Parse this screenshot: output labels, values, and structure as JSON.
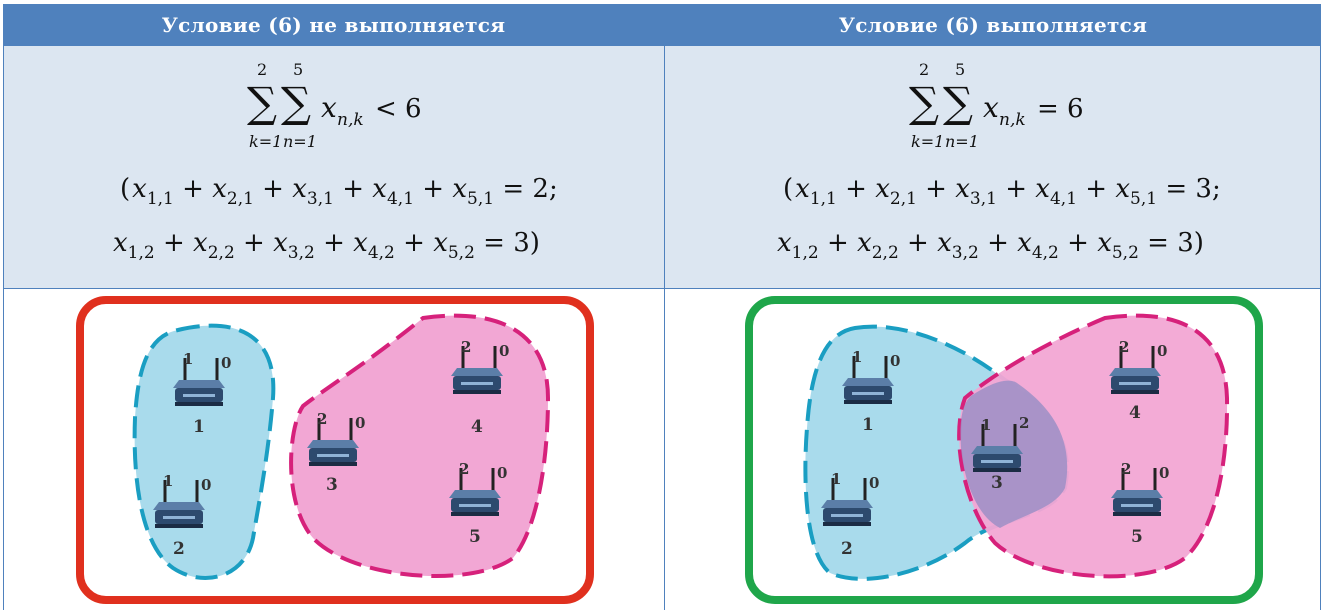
{
  "header": {
    "left_title": "Условие (6) не выполняется",
    "right_title": "Условие (6) выполняется"
  },
  "left": {
    "sum_lower_k": "k=1",
    "sum_lower_n": "n=1",
    "sum_upper_k": "2",
    "sum_upper_n": "5",
    "summand": "x",
    "summand_sub": "n,k",
    "relation": "< 6",
    "line1": "(x1,1 + x2,1 + x3,1 + x4,1 + x5,1 = 2;",
    "line1_result": "2",
    "line2": "x1,2 + x2,2 + x3,2 + x4,2 + x5,2 = 3)",
    "line2_result": "3",
    "frame_color": "#e0301e",
    "routers": [
      {
        "id": "1",
        "left_label": "1",
        "right_label": "0"
      },
      {
        "id": "2",
        "left_label": "1",
        "right_label": "0"
      },
      {
        "id": "3",
        "left_label": "2",
        "right_label": "0"
      },
      {
        "id": "4",
        "left_label": "2",
        "right_label": "0"
      },
      {
        "id": "5",
        "left_label": "2",
        "right_label": "0"
      }
    ]
  },
  "right": {
    "sum_lower_k": "k=1",
    "sum_lower_n": "n=1",
    "sum_upper_k": "2",
    "sum_upper_n": "5",
    "summand": "x",
    "summand_sub": "n,k",
    "relation": "= 6",
    "line1_result": "3",
    "line2_result": "3",
    "frame_color": "#1fa64a",
    "routers": [
      {
        "id": "1",
        "left_label": "1",
        "right_label": "0"
      },
      {
        "id": "2",
        "left_label": "1",
        "right_label": "0"
      },
      {
        "id": "3",
        "left_label": "1",
        "right_label": "2"
      },
      {
        "id": "4",
        "left_label": "2",
        "right_label": "0"
      },
      {
        "id": "5",
        "left_label": "2",
        "right_label": "0"
      }
    ]
  },
  "colors": {
    "header_bg": "#4f81bd",
    "formula_bg": "#dce6f1",
    "cluster_blue": "#a9dbec",
    "cluster_blue_border": "#1a9ec2",
    "cluster_pink": "#f2a7d4",
    "cluster_pink_border": "#d6217b",
    "overlap": "#9c8fc6"
  }
}
